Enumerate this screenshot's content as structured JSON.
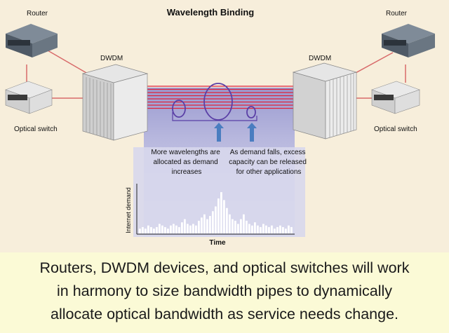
{
  "diagram": {
    "title": "Wavelength Binding",
    "left": {
      "router_label": "Router",
      "dwdm_label": "DWDM",
      "switch_label": "Optical switch"
    },
    "right": {
      "router_label": "Router",
      "dwdm_label": "DWDM",
      "switch_label": "Optical switch"
    },
    "annotation_left": [
      "More wavelengths are",
      "allocated as demand",
      "increases"
    ],
    "annotation_right": [
      "As demand falls, excess",
      "capacity can be released",
      "for other applications"
    ],
    "chart": {
      "ylabel": "Internet demand",
      "xlabel": "Time"
    }
  },
  "chart_data": {
    "type": "bar",
    "title": "",
    "xlabel": "Time",
    "ylabel": "Internet demand",
    "values": [
      3,
      4,
      3,
      5,
      4,
      3,
      4,
      6,
      5,
      4,
      3,
      5,
      6,
      5,
      4,
      7,
      9,
      6,
      5,
      6,
      5,
      8,
      10,
      12,
      9,
      11,
      14,
      17,
      22,
      26,
      21,
      16,
      12,
      9,
      8,
      6,
      9,
      12,
      8,
      6,
      5,
      7,
      5,
      4,
      6,
      5,
      4,
      5,
      3,
      4,
      5,
      4,
      3,
      5,
      4
    ],
    "ylim": [
      0,
      30
    ]
  },
  "caption": {
    "lines": [
      "Routers, DWDM devices, and optical switches will work",
      "in harmony to size bandwidth pipes to dynamically",
      "allocate optical bandwidth as service needs change."
    ]
  },
  "colors": {
    "background": "#f7eedb",
    "fiber": "#e0223a",
    "panel": "#b9b9dc",
    "loop": "#5a3fa6",
    "arrow": "#4a7dc0",
    "caption_bg": "#fbfad6"
  }
}
